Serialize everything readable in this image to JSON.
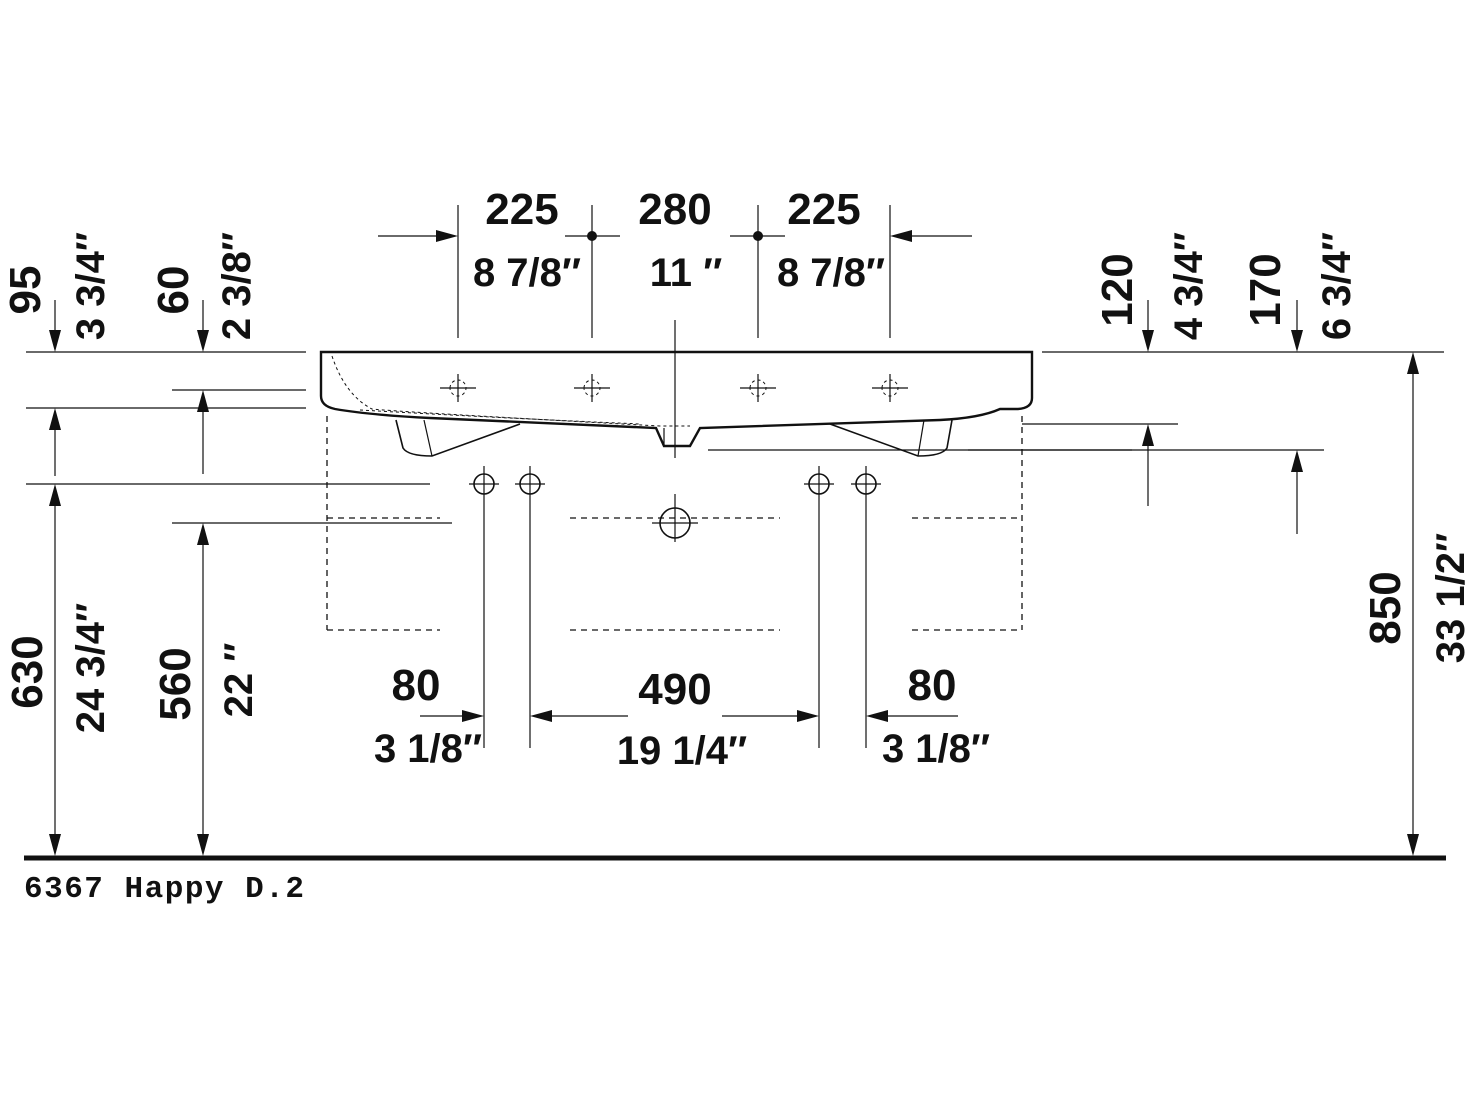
{
  "colors": {
    "ink": "#111111",
    "background": "#ffffff"
  },
  "caption": "6367 Happy D.2",
  "top_dims": {
    "left_mm": "225",
    "left_in": "8 7/8″",
    "center_mm": "280",
    "center_in": "11 ″",
    "right_mm": "225",
    "right_in": "8 7/8″"
  },
  "left_dims": {
    "depth_mm": "95",
    "depth_in": "3 3/4″",
    "rim_mm": "60",
    "rim_in": "2 3/8″",
    "height_a_mm": "630",
    "height_a_in": "24 3/4″",
    "height_b_mm": "560",
    "height_b_in": "22 ″"
  },
  "right_dims": {
    "a_mm": "120",
    "a_in": "4 3/4″",
    "b_mm": "170",
    "b_in": "6 3/4″",
    "total_mm": "850",
    "total_in": "33 1/2″"
  },
  "bottom_dims": {
    "left_mm": "80",
    "left_in": "3 1/8″",
    "center_mm": "490",
    "center_in": "19 1/4″",
    "right_mm": "80",
    "right_in": "3 1/8″"
  }
}
